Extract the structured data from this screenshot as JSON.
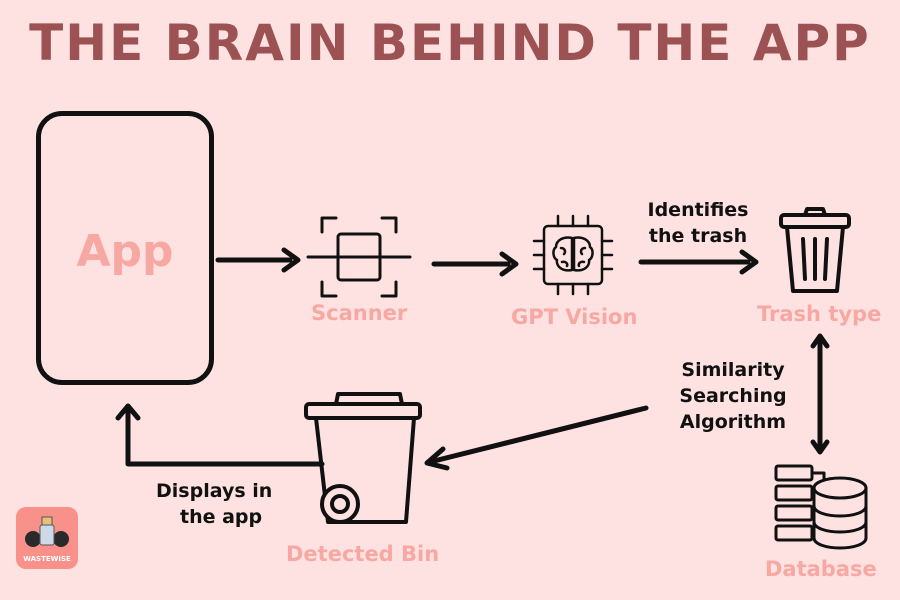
{
  "title": "THE BRAIN BEHIND THE APP",
  "nodes": {
    "app": "App",
    "scanner": "Scanner",
    "gpt_vision": "GPT Vision",
    "trash_type": "Trash type",
    "database": "Database",
    "detected_bin": "Detected Bin"
  },
  "edges": {
    "identifies_line1": "Identifies",
    "identifies_line2": "the trash",
    "similarity_line1": "Similarity",
    "similarity_line2": "Searching",
    "similarity_line3": "Algorithm",
    "displays_line1": "Displays in",
    "displays_line2": "the app"
  },
  "logo": {
    "text": "WASTEWISE"
  },
  "colors": {
    "background": "#fde2e1",
    "title": "#9c5253",
    "node_label": "#f7a8a3",
    "logo": "#f7918a"
  },
  "icons": [
    "scanner-icon",
    "brain-chip-icon",
    "trash-can-icon",
    "database-icon",
    "wheelie-bin-icon"
  ]
}
